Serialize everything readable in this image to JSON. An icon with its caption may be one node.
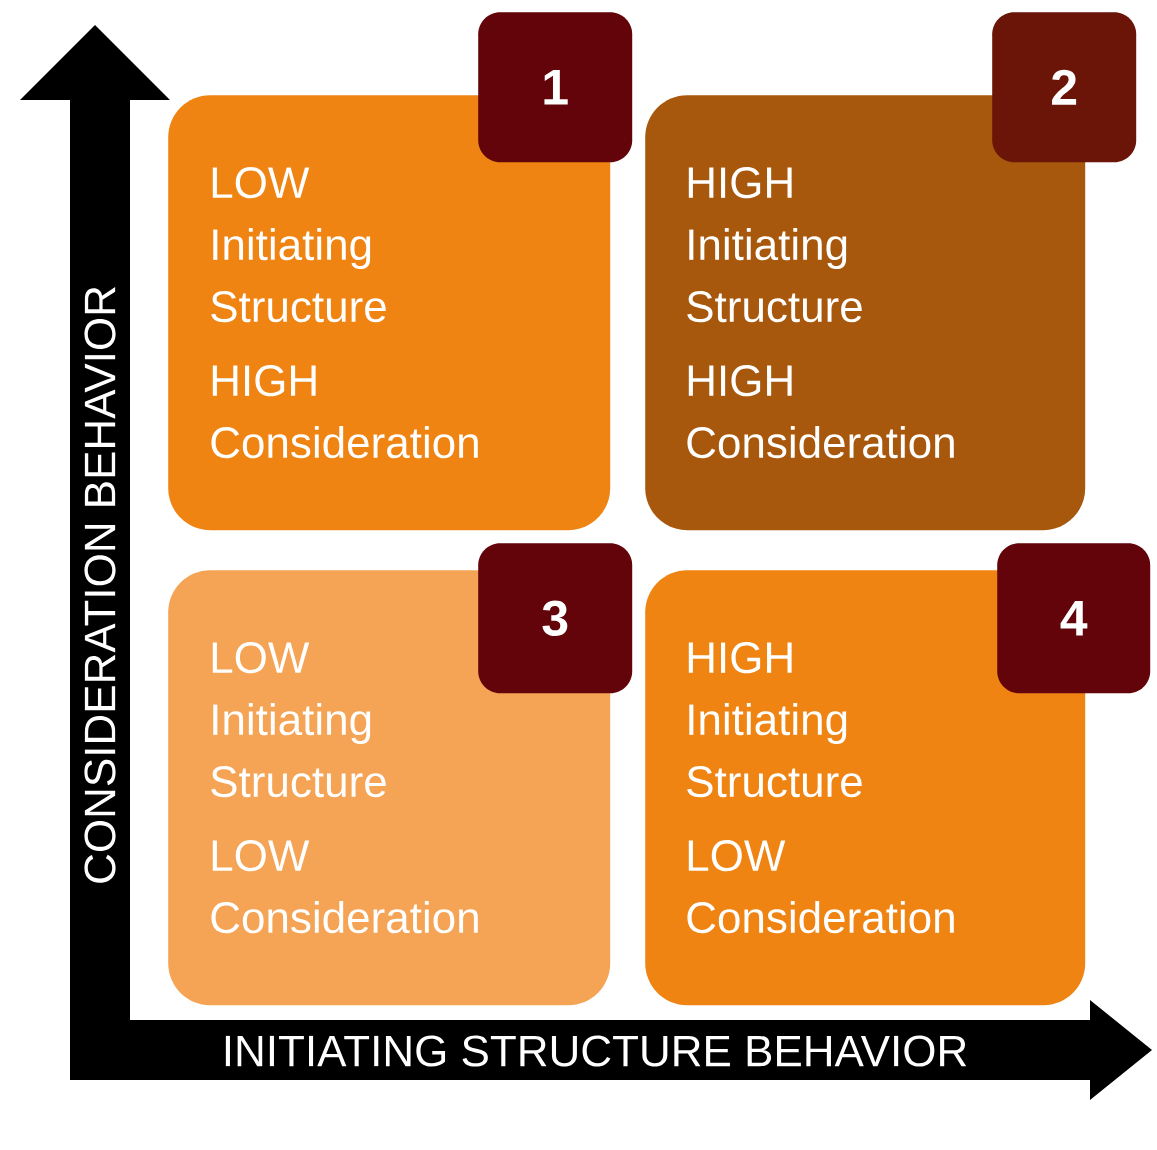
{
  "diagram": {
    "nodes": [
      {
        "text": [
          "LOW Initiating Structure",
          "HIGH Consideration"
        ]
      },
      {
        "text": [
          "HIGH Initiating Structure",
          "HIGH Consideration"
        ]
      },
      {
        "text": [
          "LOW Initiating Structure",
          "LOW Consideration"
        ]
      },
      {
        "text": [
          "HIGH Initiating Structure",
          "LOW Consideration"
        ]
      },
      {
        "text": [
          "1"
        ]
      },
      {
        "text": [
          "2"
        ]
      },
      {
        "text": [
          "3"
        ]
      },
      {
        "text": [
          "4"
        ]
      }
    ],
    "labels": [
      "CONSIDERATION BEHAVIOR",
      "INITIATING STRUCTURE BEHAVIOR"
    ]
  }
}
